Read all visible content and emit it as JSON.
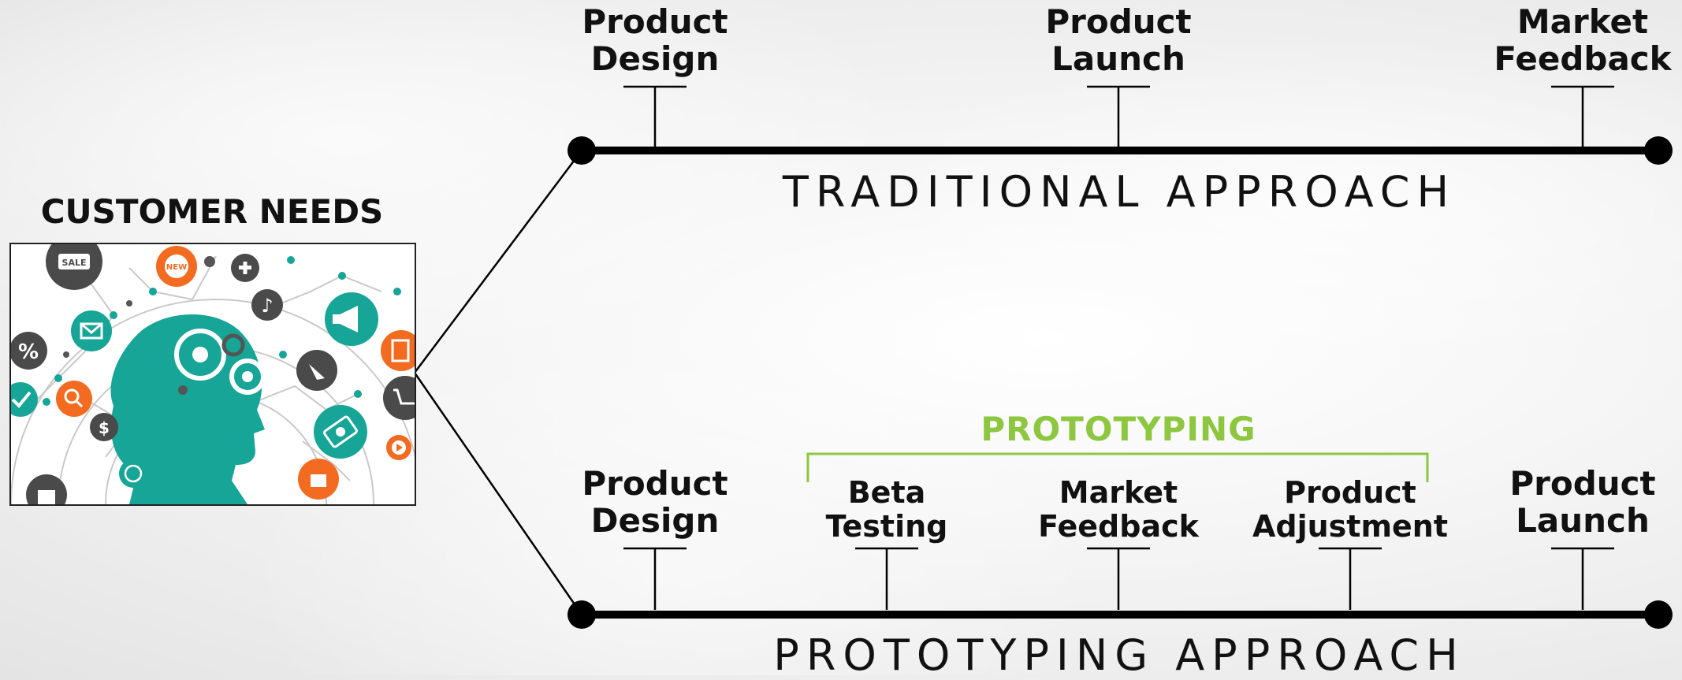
{
  "customer_needs": {
    "title": "CUSTOMER NEEDS",
    "illustration_icons": [
      "sale-tag-icon",
      "new-badge-icon",
      "plus-icon",
      "music-note-icon",
      "megaphone-icon",
      "envelope-icon",
      "percent-icon",
      "checkmark-icon",
      "search-icon",
      "dollar-icon",
      "gears-head-icon",
      "pointer-hand-icon",
      "notepad-icon",
      "shopping-cart-icon",
      "money-icon",
      "clock-icon",
      "thumbs-up-icon",
      "shopping-bag-icon",
      "play-icon"
    ]
  },
  "traditional": {
    "approach_label": "TRADITIONAL APPROACH",
    "milestones": [
      {
        "line1": "Product",
        "line2": "Design"
      },
      {
        "line1": "Product",
        "line2": "Launch"
      },
      {
        "line1": "Market",
        "line2": "Feedback"
      }
    ]
  },
  "prototyping": {
    "approach_label": "PROTOTYPING APPROACH",
    "bracket_label": "PROTOTYPING",
    "milestones": [
      {
        "line1": "Product",
        "line2": "Design"
      },
      {
        "line1": "Beta",
        "line2": "Testing"
      },
      {
        "line1": "Market",
        "line2": "Feedback"
      },
      {
        "line1": "Product",
        "line2": "Adjustment"
      },
      {
        "line1": "Product",
        "line2": "Launch"
      }
    ]
  },
  "colors": {
    "accent_green": "#8dc63f",
    "teal": "#16a596",
    "orange": "#f26b21",
    "dark_gray": "#4a4a4a",
    "line_black": "#000000"
  }
}
